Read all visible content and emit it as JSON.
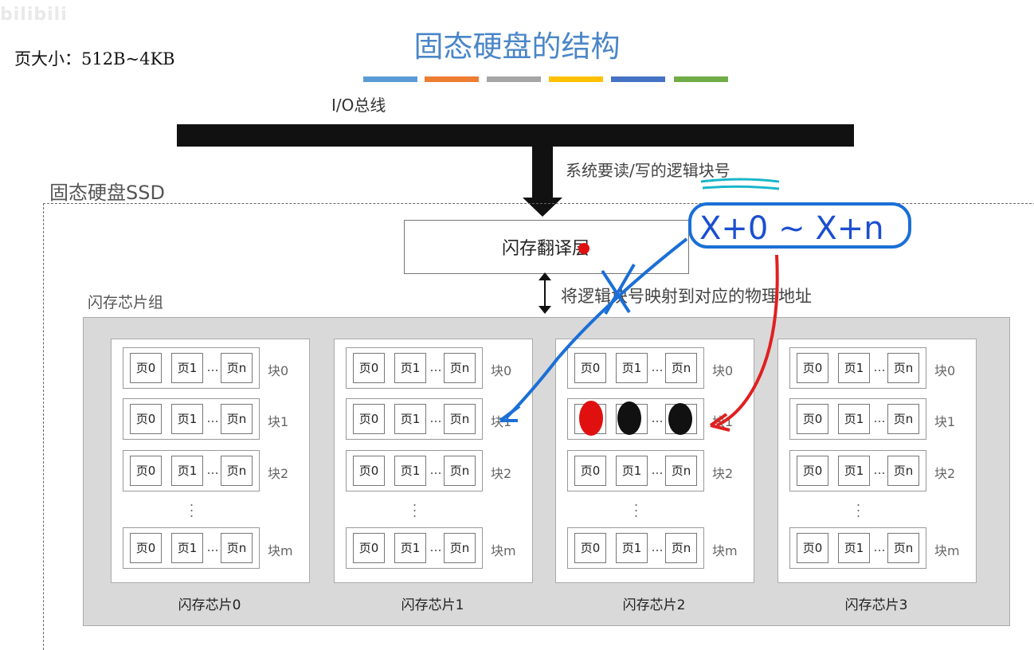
{
  "watermark": "bilibili",
  "page_size_note": "页大小：512B~4KB",
  "title": "固态硬盘的结构",
  "color_bars": [
    "#5b9bd5",
    "#ed7d31",
    "#a5a5a5",
    "#ffc000",
    "#4472c4",
    "#70ad47"
  ],
  "io_bus_label": "I/O总线",
  "request_label": "系统要读/写的逻辑块号",
  "ssd_label": "固态硬盘SSD",
  "ftl_label": "闪存翻译层",
  "mapping_label": "将逻辑块号映射到对应的物理地址",
  "chip_group_label": "闪存芯片组",
  "chips": [
    "闪存芯片0",
    "闪存芯片1",
    "闪存芯片2",
    "闪存芯片3"
  ],
  "pages": [
    "页0",
    "页1",
    "…",
    "页n"
  ],
  "blocks": [
    "块0",
    "块1",
    "块2",
    "块m"
  ],
  "handwritten_note": "X+0 ~ X+n"
}
